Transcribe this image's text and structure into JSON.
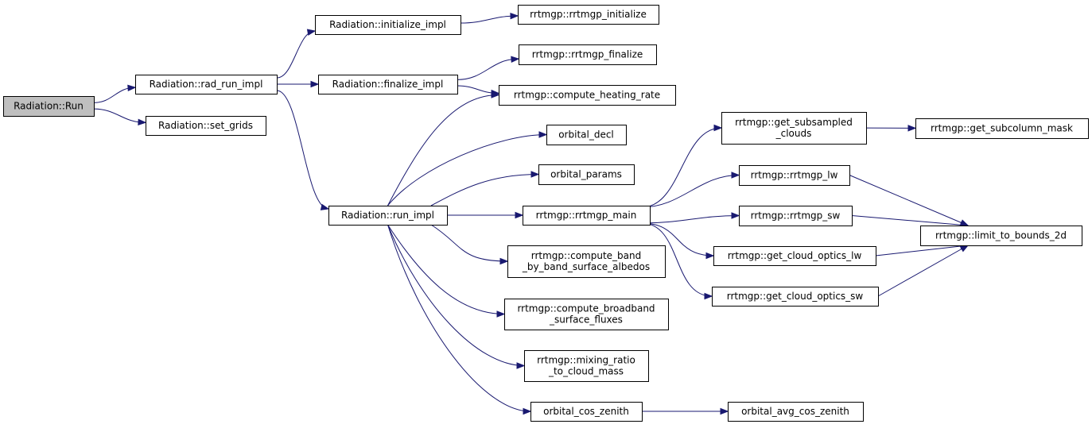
{
  "graph": {
    "kind": "call-graph",
    "colors": {
      "edge": "#191970",
      "root_fill": "#bfbfbf",
      "node_fill": "#ffffff",
      "node_border": "#000000"
    },
    "nodes": [
      {
        "id": "run",
        "lines": [
          "Radiation::Run"
        ],
        "root": true
      },
      {
        "id": "rad_run_impl",
        "lines": [
          "Radiation::rad_run_impl"
        ]
      },
      {
        "id": "set_grids",
        "lines": [
          "Radiation::set_grids"
        ]
      },
      {
        "id": "initialize_impl",
        "lines": [
          "Radiation::initialize_impl"
        ]
      },
      {
        "id": "finalize_impl",
        "lines": [
          "Radiation::finalize_impl"
        ]
      },
      {
        "id": "run_impl",
        "lines": [
          "Radiation::run_impl"
        ]
      },
      {
        "id": "rrtmgp_initialize",
        "lines": [
          "rrtmgp::rrtmgp_initialize"
        ]
      },
      {
        "id": "rrtmgp_finalize",
        "lines": [
          "rrtmgp::rrtmgp_finalize"
        ]
      },
      {
        "id": "compute_heating_rate",
        "lines": [
          "rrtmgp::compute_heating_rate"
        ]
      },
      {
        "id": "orbital_decl",
        "lines": [
          "orbital_decl"
        ]
      },
      {
        "id": "orbital_params",
        "lines": [
          "orbital_params"
        ]
      },
      {
        "id": "rrtmgp_main",
        "lines": [
          "rrtmgp::rrtmgp_main"
        ]
      },
      {
        "id": "compute_band",
        "lines": [
          "rrtmgp::compute_band",
          "_by_band_surface_albedos"
        ]
      },
      {
        "id": "compute_broadband",
        "lines": [
          "rrtmgp::compute_broadband",
          "_surface_fluxes"
        ]
      },
      {
        "id": "mixing_ratio",
        "lines": [
          "rrtmgp::mixing_ratio",
          "_to_cloud_mass"
        ]
      },
      {
        "id": "orbital_cos_zenith",
        "lines": [
          "orbital_cos_zenith"
        ]
      },
      {
        "id": "get_subsampled",
        "lines": [
          "rrtmgp::get_subsampled",
          "_clouds"
        ]
      },
      {
        "id": "rrtmgp_lw",
        "lines": [
          "rrtmgp::rrtmgp_lw"
        ]
      },
      {
        "id": "rrtmgp_sw",
        "lines": [
          "rrtmgp::rrtmgp_sw"
        ]
      },
      {
        "id": "cloud_optics_lw",
        "lines": [
          "rrtmgp::get_cloud_optics_lw"
        ]
      },
      {
        "id": "cloud_optics_sw",
        "lines": [
          "rrtmgp::get_cloud_optics_sw"
        ]
      },
      {
        "id": "subcolumn_mask",
        "lines": [
          "rrtmgp::get_subcolumn_mask"
        ]
      },
      {
        "id": "limit_to_bounds",
        "lines": [
          "rrtmgp::limit_to_bounds_2d"
        ]
      },
      {
        "id": "orbital_avg_cos_zenith",
        "lines": [
          "orbital_avg_cos_zenith"
        ]
      }
    ],
    "edges": [
      {
        "from": "run",
        "to": "rad_run_impl"
      },
      {
        "from": "run",
        "to": "set_grids"
      },
      {
        "from": "rad_run_impl",
        "to": "initialize_impl"
      },
      {
        "from": "rad_run_impl",
        "to": "finalize_impl"
      },
      {
        "from": "rad_run_impl",
        "to": "run_impl"
      },
      {
        "from": "initialize_impl",
        "to": "rrtmgp_initialize"
      },
      {
        "from": "finalize_impl",
        "to": "rrtmgp_finalize"
      },
      {
        "from": "finalize_impl",
        "to": "compute_heating_rate"
      },
      {
        "from": "run_impl",
        "to": "compute_heating_rate"
      },
      {
        "from": "run_impl",
        "to": "orbital_decl"
      },
      {
        "from": "run_impl",
        "to": "orbital_params"
      },
      {
        "from": "run_impl",
        "to": "rrtmgp_main"
      },
      {
        "from": "run_impl",
        "to": "compute_band"
      },
      {
        "from": "run_impl",
        "to": "compute_broadband"
      },
      {
        "from": "run_impl",
        "to": "mixing_ratio"
      },
      {
        "from": "run_impl",
        "to": "orbital_cos_zenith"
      },
      {
        "from": "rrtmgp_main",
        "to": "get_subsampled"
      },
      {
        "from": "rrtmgp_main",
        "to": "rrtmgp_lw"
      },
      {
        "from": "rrtmgp_main",
        "to": "rrtmgp_sw"
      },
      {
        "from": "rrtmgp_main",
        "to": "cloud_optics_lw"
      },
      {
        "from": "rrtmgp_main",
        "to": "cloud_optics_sw"
      },
      {
        "from": "get_subsampled",
        "to": "subcolumn_mask"
      },
      {
        "from": "rrtmgp_lw",
        "to": "limit_to_bounds"
      },
      {
        "from": "rrtmgp_sw",
        "to": "limit_to_bounds"
      },
      {
        "from": "cloud_optics_lw",
        "to": "limit_to_bounds"
      },
      {
        "from": "cloud_optics_sw",
        "to": "limit_to_bounds"
      },
      {
        "from": "orbital_cos_zenith",
        "to": "orbital_avg_cos_zenith"
      }
    ]
  }
}
